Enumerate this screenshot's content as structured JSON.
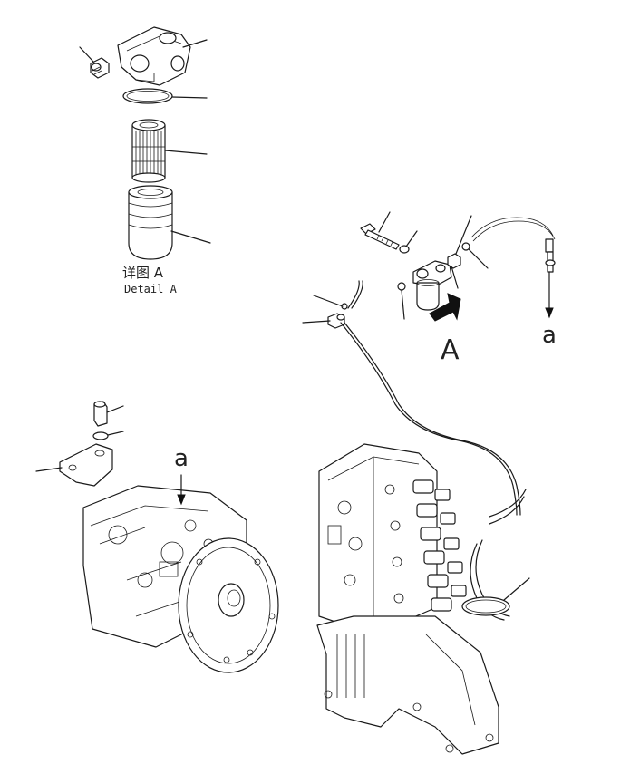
{
  "detail": {
    "title_cn": "详图 A",
    "title_en": "Detail A"
  },
  "markers": {
    "view_A": "A",
    "ref_a_right": "a",
    "ref_a_left": "a"
  }
}
